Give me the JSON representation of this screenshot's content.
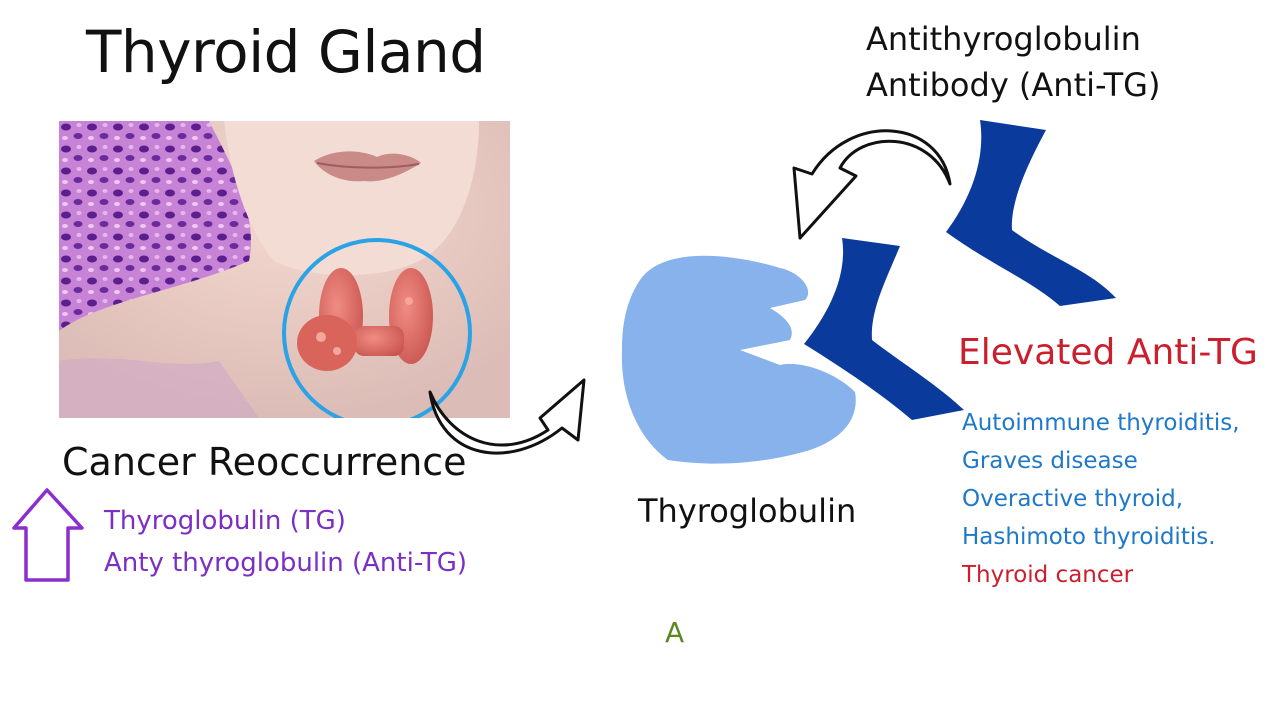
{
  "diagram": {
    "title": "Thyroid Gland",
    "antibody_title_line1": "Antithyroglobulin",
    "antibody_title_line2": "Antibody (Anti-TG)",
    "cancer_label": "Cancer Reoccurrence",
    "markers": [
      "Thyroglobulin (TG)",
      "Anty thyroglobulin (Anti-TG)"
    ],
    "thyroglobulin_label": "Thyroglobulin",
    "elevated_title": "Elevated Anti-TG",
    "conditions": [
      "Autoimmune thyroiditis,",
      "Graves disease",
      "Overactive thyroid,",
      "Hashimoto thyroiditis.",
      "Thyroid cancer"
    ],
    "cursor_letter": "A"
  },
  "colors": {
    "purple": "#7b2fc4",
    "red": "#cc1f2d",
    "blue_text": "#1f78c8",
    "antibody_dark_blue": "#0a3a9c",
    "thyroglobulin_light_blue": "#82aeea",
    "circle_highlight": "#29a3e6",
    "histology_purple": "#9a4fb8"
  },
  "icons": {
    "up_arrow": "up-arrow-icon",
    "curved_arrows": "curved-arrow-icon",
    "antibody": "antibody-y-icon"
  }
}
